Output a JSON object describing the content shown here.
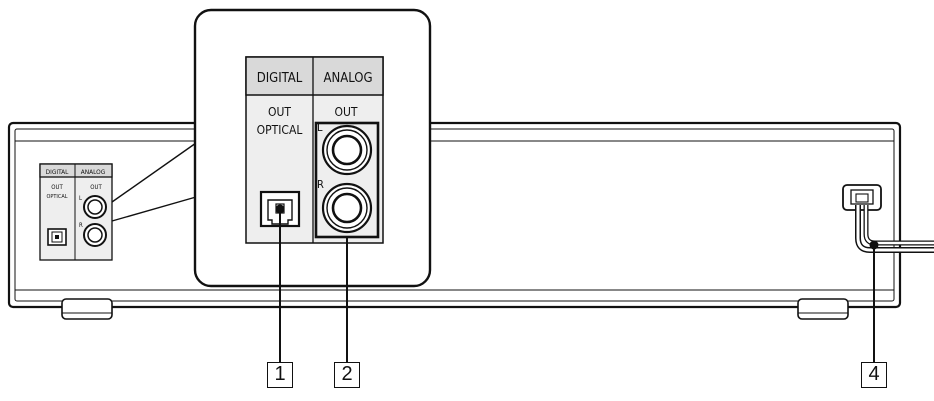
{
  "panel": {
    "digital": "DIGITAL",
    "analog": "ANALOG",
    "out": "OUT",
    "optical": "OPTICAL",
    "left": "L",
    "right": "R"
  },
  "callouts": {
    "c1": "1",
    "c2": "2",
    "c4": "4"
  },
  "colors": {
    "line": "#111111",
    "header_fill": "#d9d9d9",
    "panel_fill": "#eeeeee",
    "background": "#ffffff"
  }
}
